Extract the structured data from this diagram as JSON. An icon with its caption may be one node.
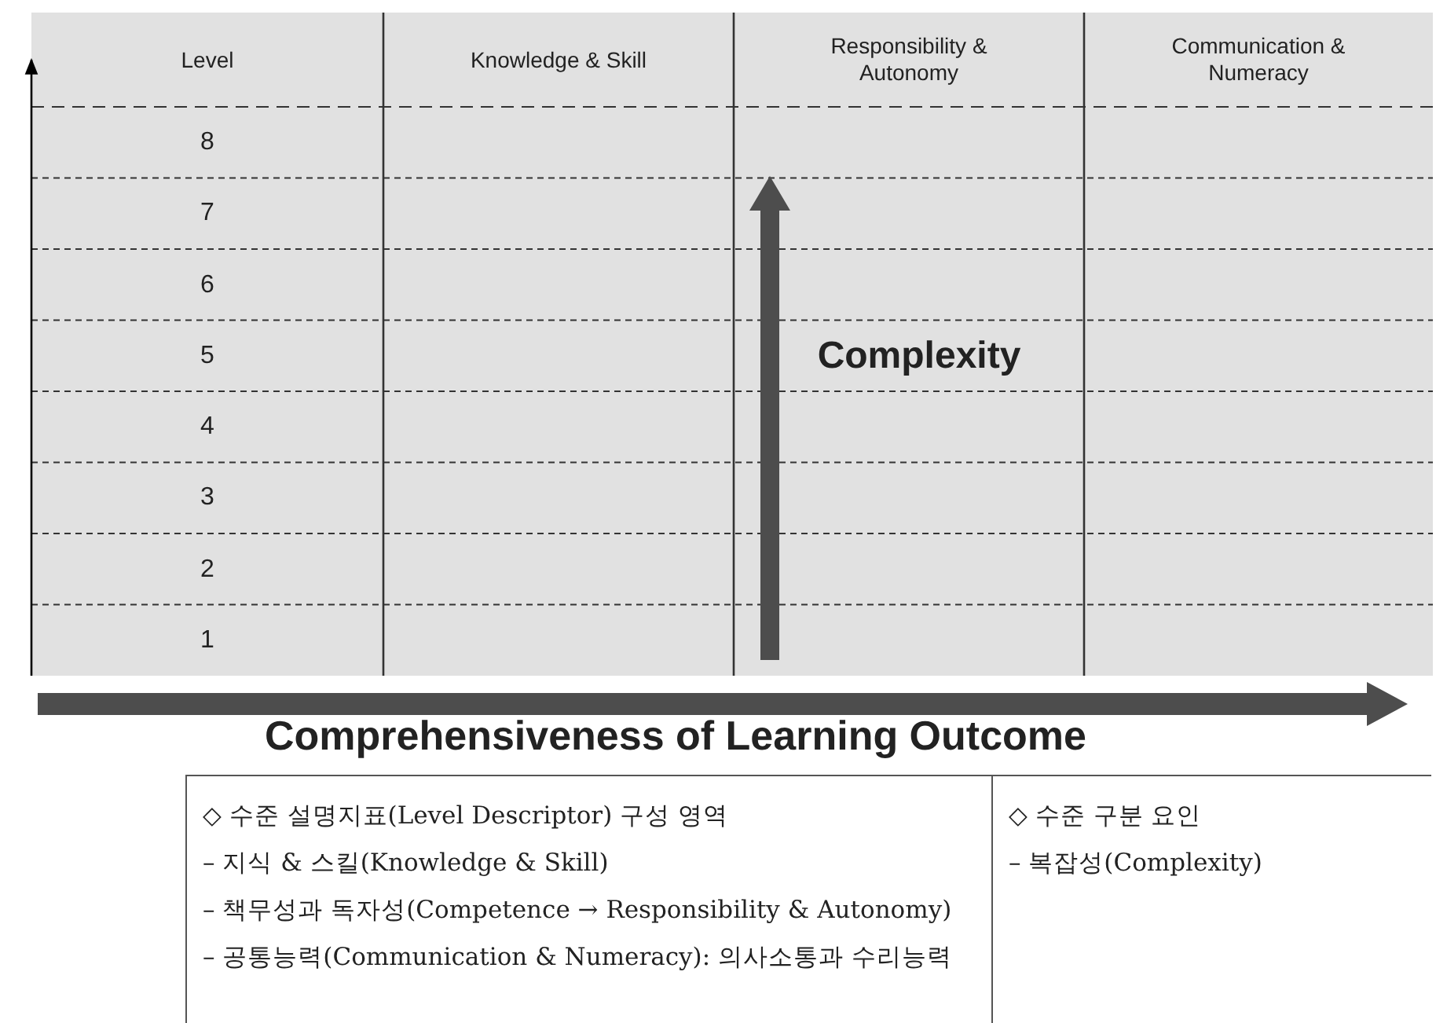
{
  "diagram": {
    "nodes": [
      {
        "text": [
          "◇ 수준 설명지표(Level Descriptor) 구성 영역",
          "– 지식 & 스킬(Knowledge & Skill)",
          "– 책무성과 독자성(Competence → Responsibility & Autonomy)",
          "– 공통능력(Communication & Numeracy): 의사소통과 수리능력"
        ]
      },
      {
        "text": [
          "◇ 수준 구분 요인",
          "– 복잡성(Complexity)"
        ]
      }
    ],
    "edges": [],
    "labels": [
      "Level",
      "Knowledge & Skill",
      "Responsibility & Autonomy",
      "Communication & Numeracy",
      "8",
      "7",
      "6",
      "5",
      "4",
      "3",
      "2",
      "1",
      "Complexity",
      "Comprehensiveness of Learning Outcome"
    ]
  }
}
